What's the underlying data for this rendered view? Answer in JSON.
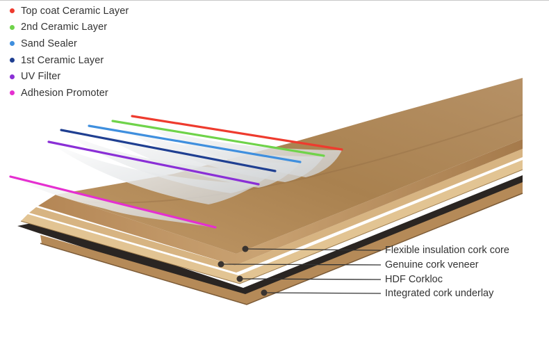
{
  "legend": {
    "items": [
      {
        "label": "Top coat Ceramic Layer",
        "color": "#ee3b2e"
      },
      {
        "label": "2nd Ceramic Layer",
        "color": "#6fd34a"
      },
      {
        "label": "Sand Sealer",
        "color": "#3f8fde"
      },
      {
        "label": "1st Ceramic Layer",
        "color": "#1f3f91"
      },
      {
        "label": "UV Filter",
        "color": "#8a2fd6"
      },
      {
        "label": "Adhesion Promoter",
        "color": "#e52fd0"
      }
    ]
  },
  "callouts": {
    "items": [
      {
        "label": "Flexible insulation cork core"
      },
      {
        "label": "Genuine cork veneer"
      },
      {
        "label": "HDF Corkloc"
      },
      {
        "label": "Integrated cork underlay"
      }
    ]
  },
  "colors": {
    "cork": "#c9a272",
    "cork_dark": "#8f6a42",
    "hdf": "#e2c493",
    "underlay": "#b58a58",
    "backing": "#2a2522",
    "film": "#e6e8ea"
  }
}
